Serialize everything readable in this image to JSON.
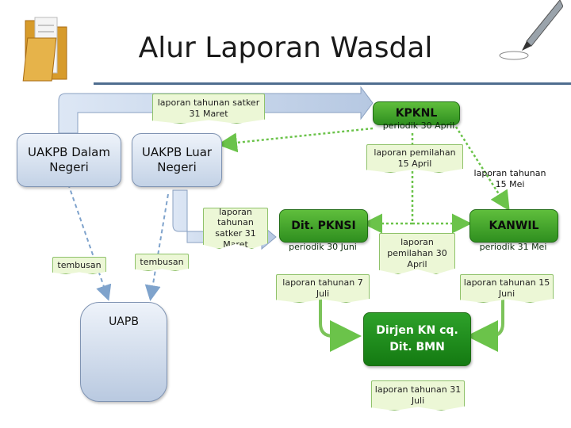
{
  "title": "Alur Laporan Wasdal",
  "nodes": {
    "uakpb_dn": "UAKPB Dalam Negeri",
    "uakpb_ln": "UAKPB Luar Negeri",
    "uapb": "UAPB",
    "kpknl": "KPKNL",
    "kpknl_period": "periodik 30 April",
    "dit_pknsi": "Dit. PKNSI",
    "dit_pknsi_period": "periodik 30 Juni",
    "kanwil": "KANWIL",
    "kanwil_period": "periodik 31 Mei",
    "dirjen": "Dirjen KN cq. Dit. BMN"
  },
  "labels": {
    "satker_top": "laporan tahunan satker 31 Maret",
    "pemilahan_15": "laporan pemilahan 15 April",
    "tahunan_15mei": "laporan tahunan 15 Mei",
    "satker_mid": "laporan tahunan satker 31 Maret",
    "pemilahan_30": "laporan pemilahan 30 April",
    "tembusan_left": "tembusan",
    "tembusan_mid": "tembusan",
    "tahunan_7juli": "laporan tahunan 7 Juli",
    "tahunan_15juni": "laporan tahunan 15 Juni",
    "tahunan_31juli": "laporan tahunan 31 Juli"
  },
  "icons": {
    "top_left": "folder-icon",
    "top_right": "pen-icon"
  },
  "colors": {
    "green": "#3aa12e",
    "green_dark": "#147a12",
    "blue_box": "#c3d2e6",
    "arrow_dotted": "#6bc34a",
    "rule": "#4f6d8f"
  }
}
